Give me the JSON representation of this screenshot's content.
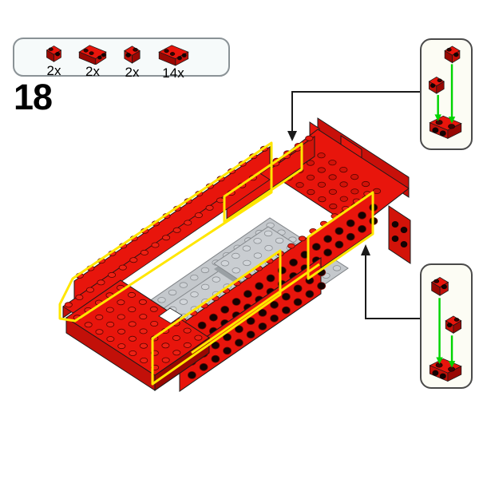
{
  "step": {
    "number": "18"
  },
  "parts_panel": {
    "parts": [
      {
        "piece": "red-bracket-small",
        "count": "2x"
      },
      {
        "piece": "red-bracket-wide",
        "count": "2x"
      },
      {
        "piece": "red-bracket-medium",
        "count": "2x"
      },
      {
        "piece": "red-bracket-large",
        "count": "14x"
      }
    ]
  },
  "callouts": {
    "top": {
      "pieces": [
        "red-bracket",
        "red-bracket",
        "red-brick-1x2"
      ]
    },
    "bottom": {
      "pieces": [
        "red-bracket",
        "red-bracket",
        "red-brick-1x2"
      ]
    }
  },
  "colors": {
    "brick_red": "#e8150c",
    "brick_red_mid": "#c21009",
    "brick_red_dark": "#990803",
    "plate_gray": "#c4c8cc",
    "highlight_yellow": "#ffe600",
    "arrow_green": "#00d400",
    "line_black": "#1a1a1a",
    "panel_bg": "#f6fafa",
    "callout_bg": "#fcfcf4"
  }
}
